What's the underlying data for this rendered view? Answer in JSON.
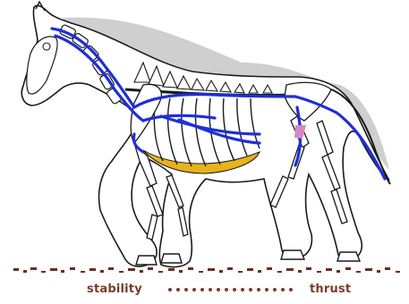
{
  "figure": {
    "labels": {
      "left": "stability",
      "right": "thrust"
    },
    "colors": {
      "outline": "#1a1a1a",
      "body_fill": "#ffffff",
      "back_shade": "#cfcfcf",
      "bone": "#ffffff",
      "ligament": "#1f2fd6",
      "abdomen": "#e8b21a",
      "muscle_accent": "#d58ac4",
      "ground": "#6b2f1f",
      "label": "#7a3a2a"
    },
    "icons": [
      "horse-silhouette",
      "skeleton",
      "nuchal-ligament",
      "abdominal-tunic",
      "ground-line"
    ]
  }
}
